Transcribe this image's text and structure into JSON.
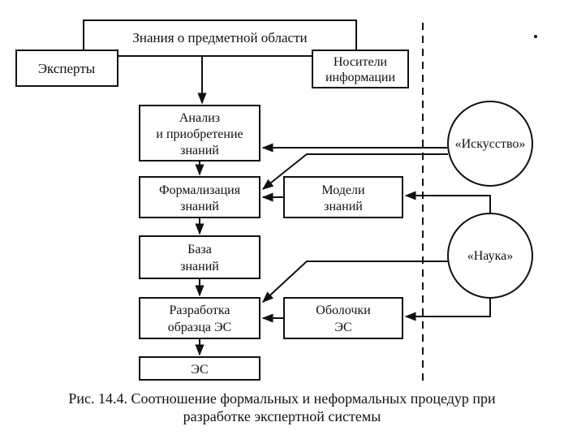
{
  "nodes": {
    "domain_knowledge": "Знания о предметной области",
    "experts": "Эксперты",
    "info_carriers": [
      "Носители",
      "информации"
    ],
    "analysis": [
      "Анализ",
      "и приобретение",
      "знаний"
    ],
    "formalization": [
      "Формализация",
      "знаний"
    ],
    "knowledge_base": [
      "База",
      "знаний"
    ],
    "prototype": [
      "Разработка",
      "образца ЭС"
    ],
    "es": "ЭС",
    "models": [
      "Модели",
      "знаний"
    ],
    "shells": [
      "Оболочки",
      "ЭС"
    ],
    "art": "«Искусство»",
    "science": "«Наука»"
  },
  "caption": {
    "line1": "Рис. 14.4. Соотношение формальных и неформальных процедур при",
    "line2": "разработке экспертной системы"
  }
}
